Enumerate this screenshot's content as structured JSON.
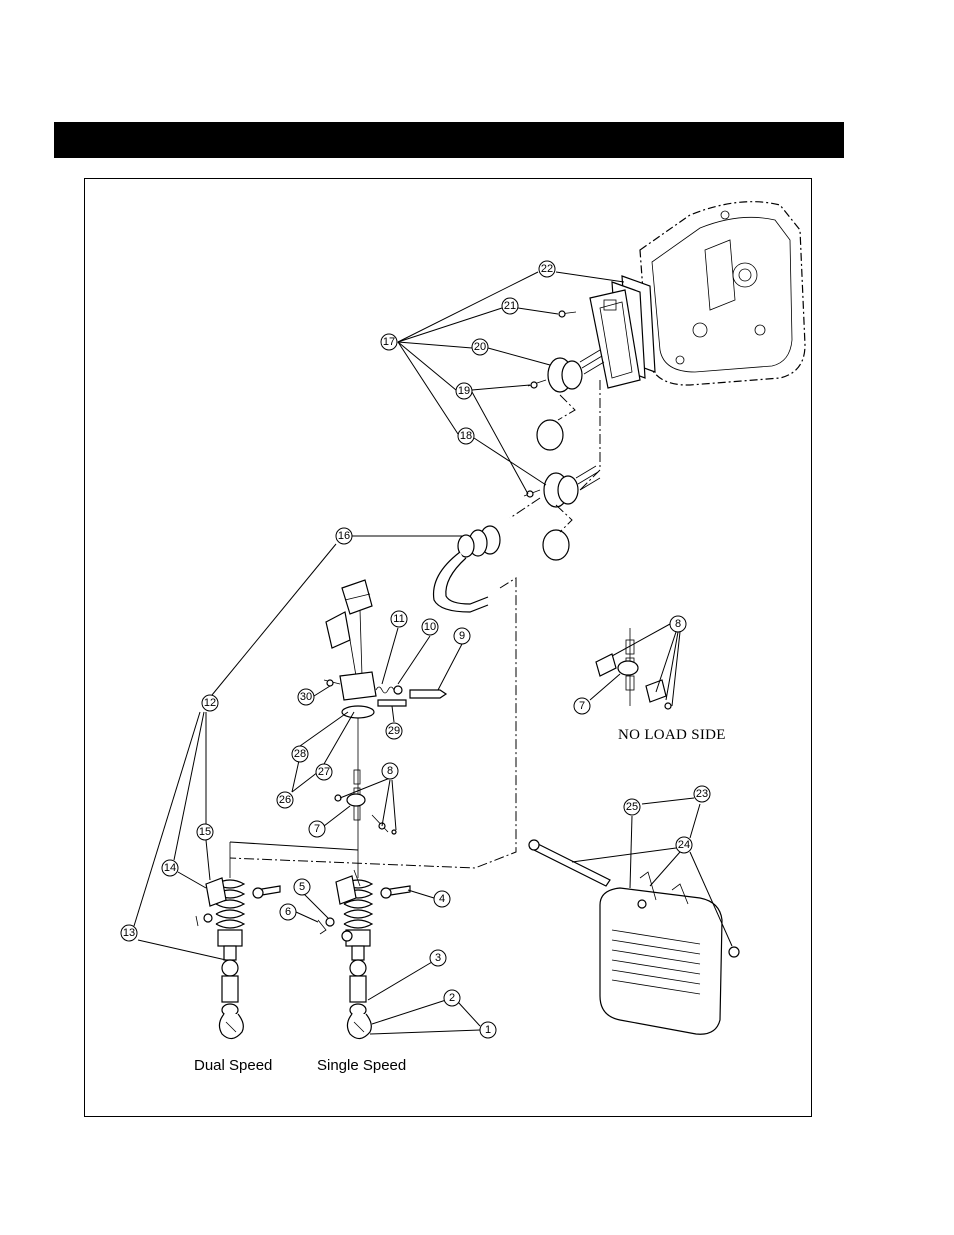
{
  "captions": {
    "dual_speed": "Dual Speed",
    "single_speed": "Single Speed",
    "no_load_side": "NO LOAD SIDE"
  },
  "callouts": {
    "c1": "1",
    "c2": "2",
    "c3": "3",
    "c4": "4",
    "c5": "5",
    "c6": "6",
    "c7a": "7",
    "c7b": "7",
    "c8a": "8",
    "c8b": "8",
    "c9": "9",
    "c10": "10",
    "c11": "11",
    "c12": "12",
    "c13": "13",
    "c14": "14",
    "c15": "15",
    "c16": "16",
    "c17": "17",
    "c18": "18",
    "c19": "19",
    "c20": "20",
    "c21": "21",
    "c22": "22",
    "c23": "23",
    "c24": "24",
    "c25": "25",
    "c26": "26",
    "c27": "27",
    "c28": "28",
    "c29": "29",
    "c30": "30"
  }
}
